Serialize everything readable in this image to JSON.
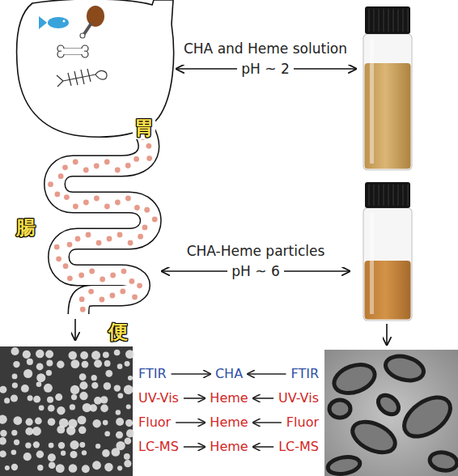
{
  "diagram": {
    "nodes": [
      {
        "text": [
          "FTIR"
        ]
      },
      {
        "text": [
          "CHA"
        ]
      },
      {
        "text": [
          "FTIR"
        ]
      },
      {
        "text": [
          "UV-Vis"
        ]
      },
      {
        "text": [
          "Heme"
        ]
      },
      {
        "text": [
          "UV-Vis"
        ]
      },
      {
        "text": [
          "Fluor"
        ]
      },
      {
        "text": [
          "Heme"
        ]
      },
      {
        "text": [
          "Fluor"
        ]
      },
      {
        "text": [
          "LC-MS"
        ]
      },
      {
        "text": [
          "Heme"
        ]
      },
      {
        "text": [
          "LC-MS"
        ]
      }
    ],
    "edges": [
      {
        "from": 0,
        "to": 1,
        "arrow": "to"
      },
      {
        "from": 2,
        "to": 1,
        "arrow": "to"
      },
      {
        "from": 3,
        "to": 4,
        "arrow": "to"
      },
      {
        "from": 5,
        "to": 4,
        "arrow": "to"
      },
      {
        "from": 6,
        "to": 7,
        "arrow": "to"
      },
      {
        "from": 8,
        "to": 7,
        "arrow": "to"
      },
      {
        "from": 9,
        "to": 10,
        "arrow": "to"
      },
      {
        "from": 11,
        "to": 10,
        "arrow": "to"
      }
    ],
    "labels": [
      "CHA and Heme solution",
      "pH ~ 2",
      "胃",
      "腸",
      "CHA-Heme particles",
      "pH ~ 6",
      "便"
    ]
  }
}
